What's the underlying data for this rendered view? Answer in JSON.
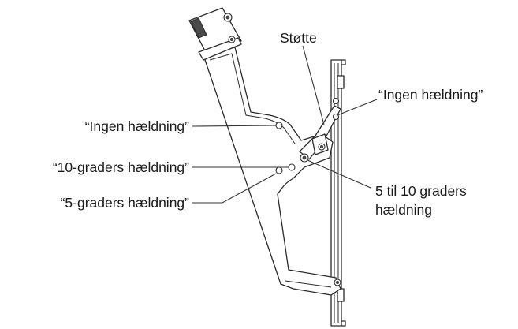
{
  "labels": {
    "support": "Støtte",
    "no_tilt_right": "“Ingen hældning”",
    "no_tilt_left": "“Ingen hældning”",
    "ten_degree": "“10-graders hældning”",
    "five_degree": "“5-graders hældning”",
    "range_line1": "5 til 10 graders",
    "range_line2": "hældning"
  },
  "colors": {
    "line": "#2a2a2a",
    "background": "#ffffff",
    "module_dark": "#4a4a4a"
  }
}
